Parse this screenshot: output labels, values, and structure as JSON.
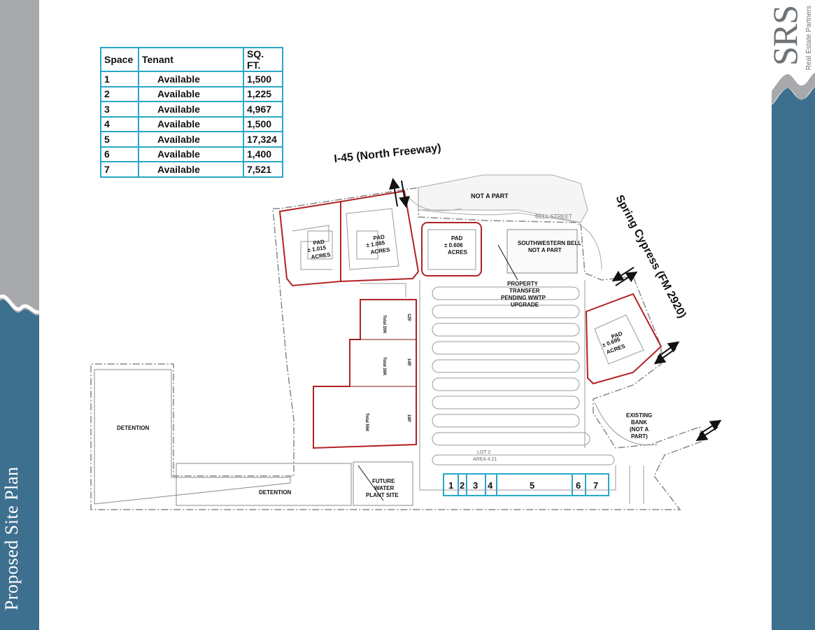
{
  "page_title": "Proposed Site Plan",
  "logo": {
    "letters": "SRS",
    "subtitle": "Real Estate Partners"
  },
  "colors": {
    "sidebar_blue": "#3d6f8f",
    "sidebar_gray": "#a7a9ac",
    "table_border": "#29a8c6",
    "parcel_red": "#b22222"
  },
  "table": {
    "headers": [
      "Space",
      "Tenant",
      "SQ. FT."
    ],
    "rows": [
      [
        "1",
        "Available",
        "1,500"
      ],
      [
        "2",
        "Available",
        "1,225"
      ],
      [
        "3",
        "Available",
        "4,967"
      ],
      [
        "4",
        "Available",
        "1,500"
      ],
      [
        "5",
        "Available",
        "17,324"
      ],
      [
        "6",
        "Available",
        "1,400"
      ],
      [
        "7",
        "Available",
        "7,521"
      ]
    ]
  },
  "plan": {
    "road_north": "I-45 (North Freeway)",
    "road_east": "Spring Cypress (FM 2920)",
    "not_a_part": "NOT A PART",
    "bell_street": "BELL STREET",
    "southwestern_bell": [
      "SOUTHWESTERN BELL",
      "NOT A PART"
    ],
    "pad1": [
      "PAD",
      "± 1.015",
      "ACRES"
    ],
    "pad2": [
      "PAD",
      "± 1.085",
      "ACRES"
    ],
    "pad3": [
      "PAD",
      "± 0.606",
      "ACRES"
    ],
    "pad4": [
      "PAD",
      "± 0.695",
      "ACRES"
    ],
    "property_transfer": [
      "PROPERTY",
      "TRANSFER",
      "PENDING WWTP",
      "UPGRADE"
    ],
    "existing_bank": [
      "EXISTING",
      "BANK",
      "(NOT A",
      "PART)"
    ],
    "detention_left": "DETENTION",
    "detention_bottom": "DETENTION",
    "water_plant": [
      "FUTURE",
      "WATER",
      "PLANT SITE"
    ],
    "lot_label": "LOT 2",
    "area_label": "AREA 4.21",
    "bldg_a": {
      "label": "Total 20K",
      "dim": "125'"
    },
    "bldg_b": {
      "label": "Total 26K",
      "dim": "145'"
    },
    "bldg_c": {
      "label": "Total 55K",
      "dim": "190'"
    },
    "space_numbers": [
      "1",
      "2",
      "3",
      "4",
      "5",
      "6",
      "7"
    ]
  }
}
